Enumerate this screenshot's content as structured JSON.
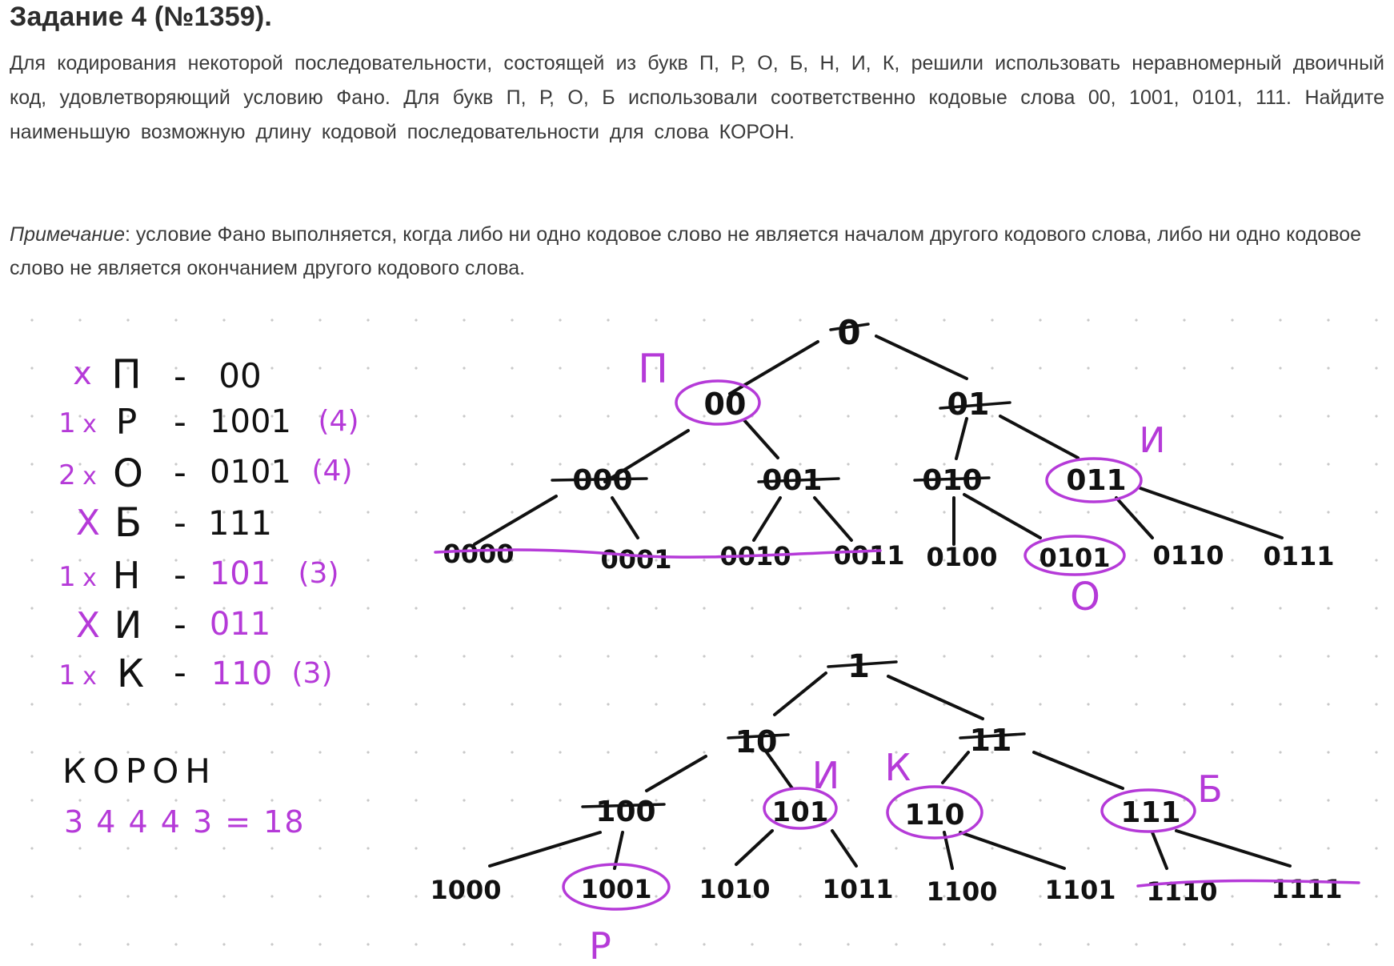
{
  "task": {
    "title": "Задание 4 (№1359).",
    "statement": "Для кодирования некоторой последовательности, состоящей из букв П, Р, О, Б, Н, И, К, решили использовать неравномерный двоичный код, удовлетворяющий условию Фано. Для букв П, Р, О, Б использовали соответственно кодовые слова 00, 1001, 0101, 111. Найдите наименьшую возможную длину кодовой последовательности для слова КОРОН.",
    "note_label": "Примечание",
    "note_text": ": условие Фано выполняется, когда либо ни одно кодовое слово не является началом другого кодового слова, либо ни одно кодовое слово не является окончанием другого кодового слова."
  },
  "colors": {
    "ink": "#111111",
    "marker": "#b53ad8",
    "text": "#3a3a3a",
    "grid_dot": "#c9c9c9"
  },
  "table": {
    "rows": [
      {
        "count": "",
        "mark": "x",
        "letter": "П",
        "dash": "-",
        "code": "00",
        "length": ""
      },
      {
        "count": "1",
        "mark": "x",
        "letter": "Р",
        "dash": "-",
        "code": "1001",
        "length": "(4)"
      },
      {
        "count": "2",
        "mark": "x",
        "letter": "О",
        "dash": "-",
        "code": "0101",
        "length": "(4)"
      },
      {
        "count": "",
        "mark": "X",
        "letter": "Б",
        "dash": "-",
        "code": "111",
        "length": ""
      },
      {
        "count": "1",
        "mark": "x",
        "letter": "Н",
        "dash": "-",
        "code": "101",
        "length": "(3)"
      },
      {
        "count": "",
        "mark": "X",
        "letter": "И",
        "dash": "-",
        "code": "011",
        "length": ""
      },
      {
        "count": "1",
        "mark": "x",
        "letter": "К",
        "dash": "-",
        "code": "110",
        "length": "(3)"
      }
    ]
  },
  "word": {
    "text": "КОРОН",
    "calc": "3 4 4 4 3 = 18"
  },
  "tree0": {
    "root": "0",
    "l1": [
      "00",
      "01"
    ],
    "l2": [
      "000",
      "001",
      "010",
      "011"
    ],
    "l3": [
      "0000",
      "0001",
      "0010",
      "0011",
      "0100",
      "0101",
      "0110",
      "0111"
    ],
    "annotations": [
      "П",
      "И",
      "О"
    ]
  },
  "tree1": {
    "root": "1",
    "l1": [
      "10",
      "11"
    ],
    "l2": [
      "100",
      "101",
      "110",
      "111"
    ],
    "l3": [
      "1000",
      "1001",
      "1010",
      "1011",
      "1100",
      "1101",
      "1110",
      "1111"
    ],
    "annotations": [
      "И",
      "К",
      "Б",
      "Р"
    ]
  }
}
